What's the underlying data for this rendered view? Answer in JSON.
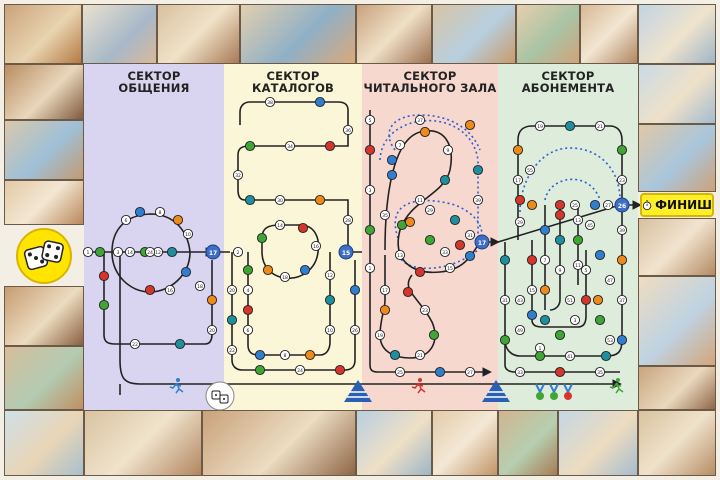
{
  "sectors": [
    {
      "line1": "СЕКТОР",
      "line2": "ОБЩЕНИЯ",
      "color": "#d9d4ef"
    },
    {
      "line1": "СЕКТОР",
      "line2": "КАТАЛОГОВ",
      "color": "#fbf6d8"
    },
    {
      "line1": "СЕКТОР",
      "line2": "ЧИТАЛЬНОГО ЗАЛА",
      "color": "#f7d8cf"
    },
    {
      "line1": "СЕКТОР",
      "line2": "АБОНЕМЕНТА",
      "color": "#deecdc"
    }
  ],
  "finish": {
    "label": "ФИНИШ"
  },
  "colors": {
    "path": "#222222",
    "green": "#3fa535",
    "red": "#d4362b",
    "blue": "#2f7fd0",
    "teal": "#1f8fa0",
    "orange": "#ee8a1a",
    "yellow": "#f7d21c",
    "white": "#ffffff",
    "hub": "#3e6fc6",
    "dashed": "#2a5fd6"
  },
  "icons": [
    "dice-icon",
    "running-person-icon",
    "pyramid-icon",
    "medals-icon",
    "stopwatch-icon"
  ],
  "cells": {
    "communication": [
      "1",
      "2",
      "3",
      "5",
      "6",
      "7",
      "8",
      "9",
      "10",
      "11",
      "12",
      "13",
      "14",
      "15",
      "16",
      "17",
      "18",
      "19",
      "20",
      "21",
      "22",
      "23",
      "24"
    ],
    "catalog": [
      "2",
      "3",
      "4",
      "5",
      "6",
      "7",
      "8",
      "9",
      "10",
      "11",
      "12",
      "13",
      "14",
      "15",
      "16",
      "17",
      "18",
      "19",
      "20",
      "21",
      "22",
      "23",
      "24",
      "25",
      "26",
      "27",
      "28",
      "29",
      "30",
      "31",
      "32",
      "33",
      "34",
      "35",
      "36",
      "37",
      "38"
    ],
    "reading": [
      "1",
      "2",
      "3",
      "4",
      "5",
      "6",
      "7",
      "8",
      "9",
      "10",
      "11",
      "12",
      "13",
      "14",
      "15",
      "16",
      "17",
      "18",
      "19",
      "20",
      "21",
      "22",
      "23",
      "24",
      "25",
      "26",
      "27",
      "28",
      "29",
      "30",
      "31",
      "32",
      "33",
      "34",
      "35",
      "36",
      "37",
      "38",
      "39",
      "40"
    ],
    "subscription": [
      "1",
      "2",
      "3",
      "4",
      "5",
      "6",
      "7",
      "8",
      "9",
      "10",
      "11",
      "12",
      "13",
      "14",
      "15",
      "16",
      "17",
      "18",
      "19",
      "20",
      "21",
      "22",
      "23",
      "24",
      "25",
      "26",
      "27",
      "28",
      "29",
      "30",
      "31",
      "32",
      "33",
      "34",
      "35",
      "36",
      "37",
      "38",
      "39",
      "40",
      "41",
      "42",
      "43",
      "44",
      "45",
      "46",
      "47",
      "48",
      "49",
      "50",
      "51",
      "52",
      "53",
      "54",
      "55"
    ]
  }
}
